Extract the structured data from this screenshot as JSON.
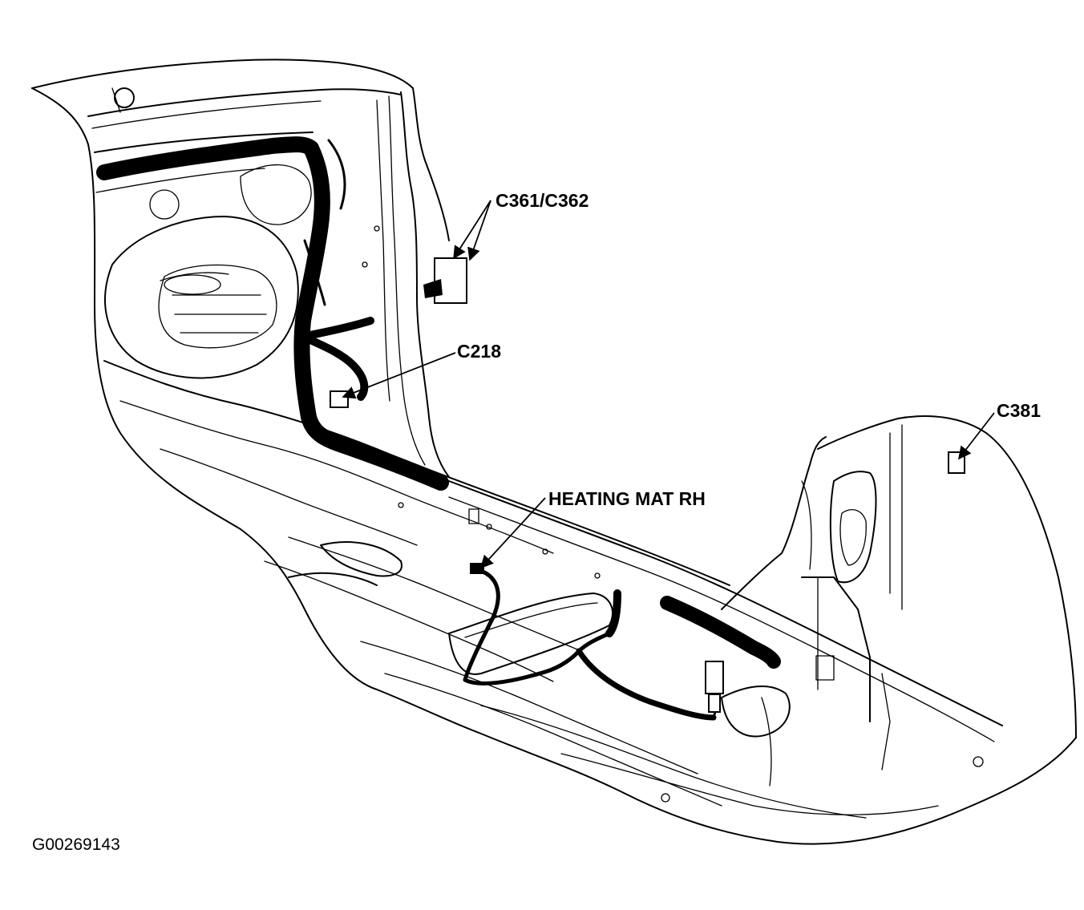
{
  "callouts": [
    {
      "id": "c361-c362",
      "label": "C361/C362"
    },
    {
      "id": "c218",
      "label": "C218"
    },
    {
      "id": "c381",
      "label": "C381"
    },
    {
      "id": "heating-mat-rh",
      "label": "HEATING MAT RH"
    }
  ],
  "figure_id": "G00269143"
}
